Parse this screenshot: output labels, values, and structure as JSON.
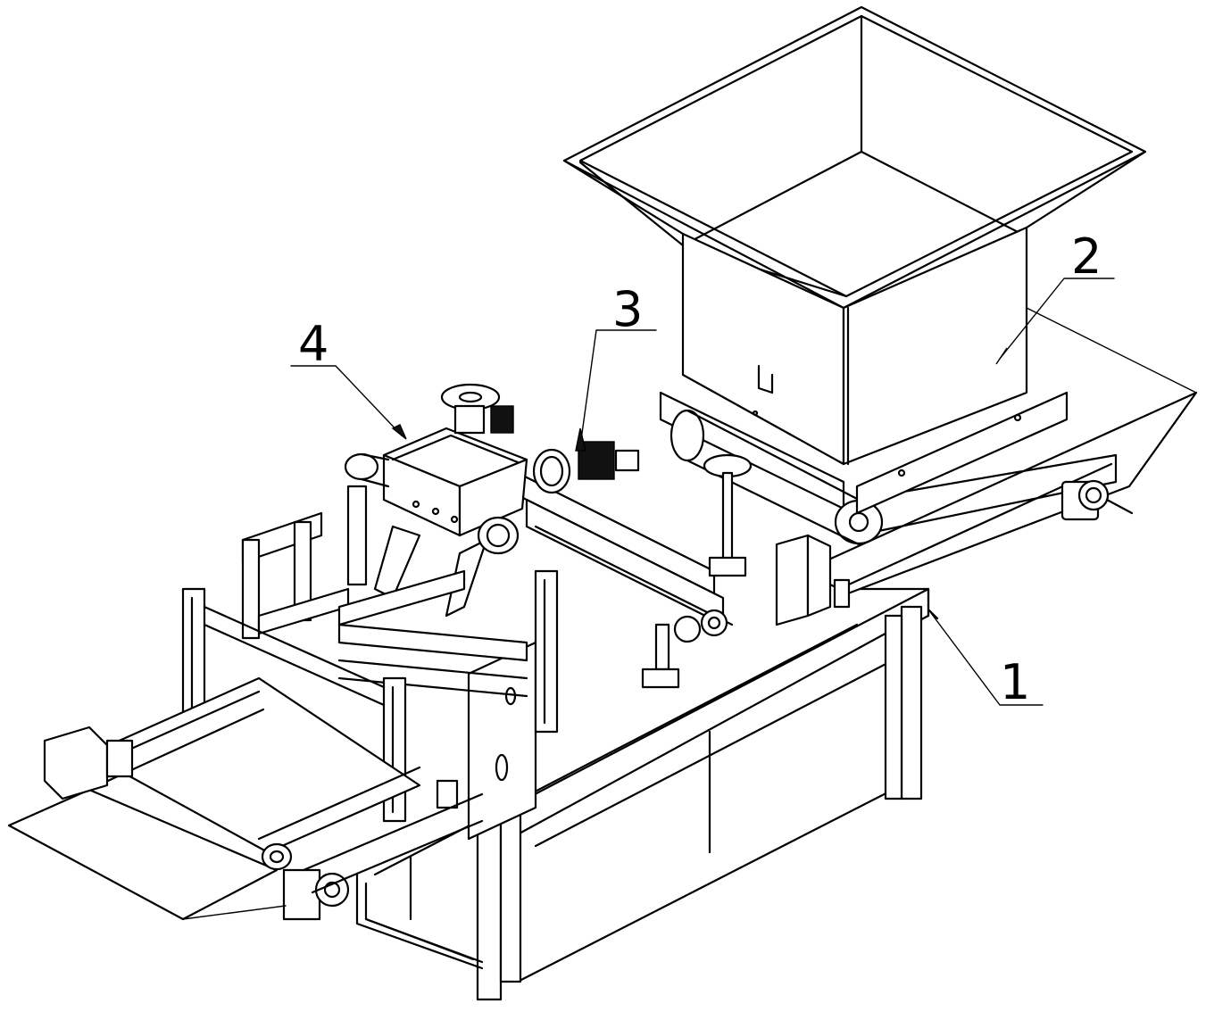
{
  "callouts": [
    {
      "id": "1",
      "text": "1"
    },
    {
      "id": "2",
      "text": "2"
    },
    {
      "id": "3",
      "text": "3"
    },
    {
      "id": "4",
      "text": "4"
    }
  ],
  "colors": {
    "line": "#000000",
    "background": "#ffffff"
  }
}
